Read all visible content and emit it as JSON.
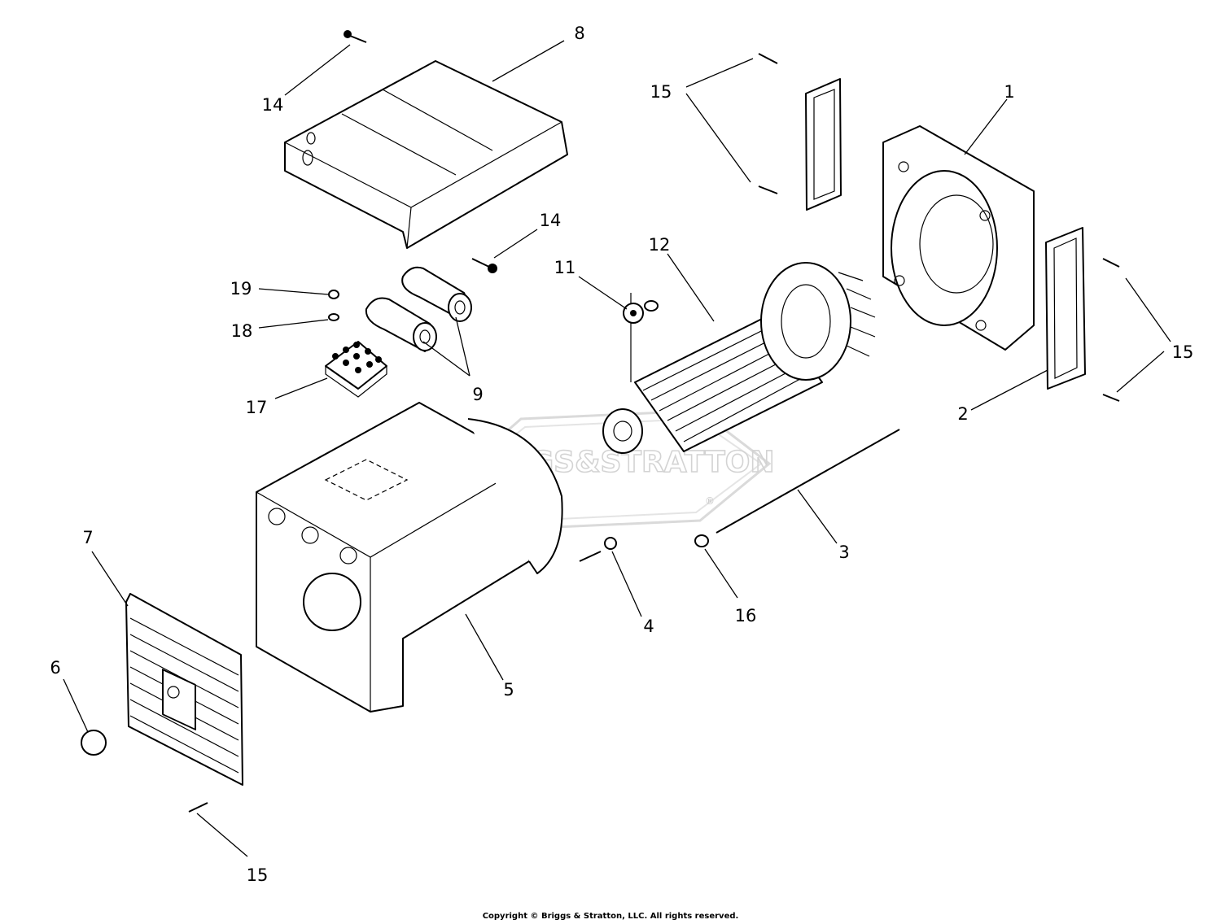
{
  "watermark": {
    "brand": "BRIGGS&STRATTON",
    "registered": "®"
  },
  "callouts": [
    {
      "id": "c1",
      "label": "1"
    },
    {
      "id": "c2",
      "label": "2"
    },
    {
      "id": "c3",
      "label": "3"
    },
    {
      "id": "c4",
      "label": "4"
    },
    {
      "id": "c5",
      "label": "5"
    },
    {
      "id": "c6",
      "label": "6"
    },
    {
      "id": "c7",
      "label": "7"
    },
    {
      "id": "c8",
      "label": "8"
    },
    {
      "id": "c9",
      "label": "9"
    },
    {
      "id": "c11",
      "label": "11"
    },
    {
      "id": "c12",
      "label": "12"
    },
    {
      "id": "c14a",
      "label": "14"
    },
    {
      "id": "c14b",
      "label": "14"
    },
    {
      "id": "c15a",
      "label": "15"
    },
    {
      "id": "c15b",
      "label": "15"
    },
    {
      "id": "c15c",
      "label": "15"
    },
    {
      "id": "c16",
      "label": "16"
    },
    {
      "id": "c17",
      "label": "17"
    },
    {
      "id": "c18",
      "label": "18"
    },
    {
      "id": "c19",
      "label": "19"
    }
  ],
  "footer": {
    "copyright": "Copyright © Briggs & Stratton, LLC. All rights reserved."
  }
}
